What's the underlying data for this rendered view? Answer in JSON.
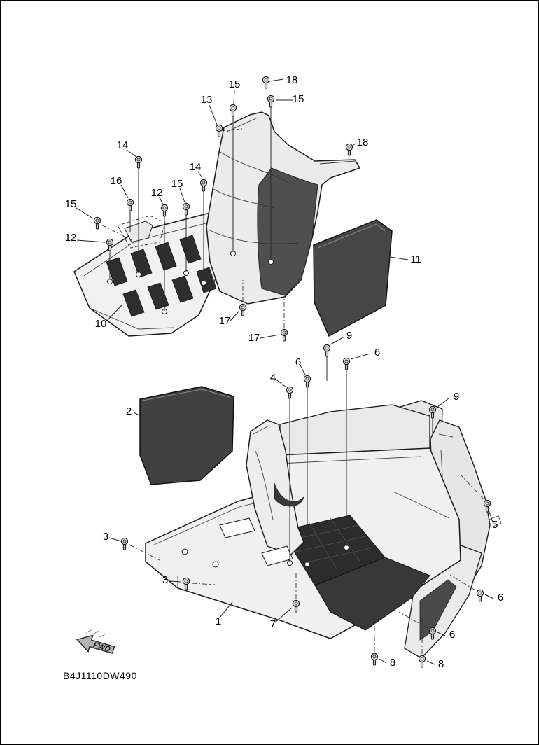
{
  "diagram": {
    "drawing_code": "B4J1110DW490",
    "fwd_label": "FWD",
    "colors": {
      "line": "#1a1a1a",
      "part_light": "#efefef",
      "part_dark": "#3f3f3f",
      "background": "#ffffff"
    },
    "callouts": [
      "18",
      "15",
      "13",
      "15",
      "18",
      "14",
      "14",
      "16",
      "15",
      "12",
      "15",
      "12",
      "11",
      "10",
      "17",
      "17",
      "9",
      "6",
      "6",
      "4",
      "9",
      "2",
      "5",
      "3",
      "3",
      "1",
      "7",
      "6",
      "6",
      "8",
      "8"
    ]
  }
}
